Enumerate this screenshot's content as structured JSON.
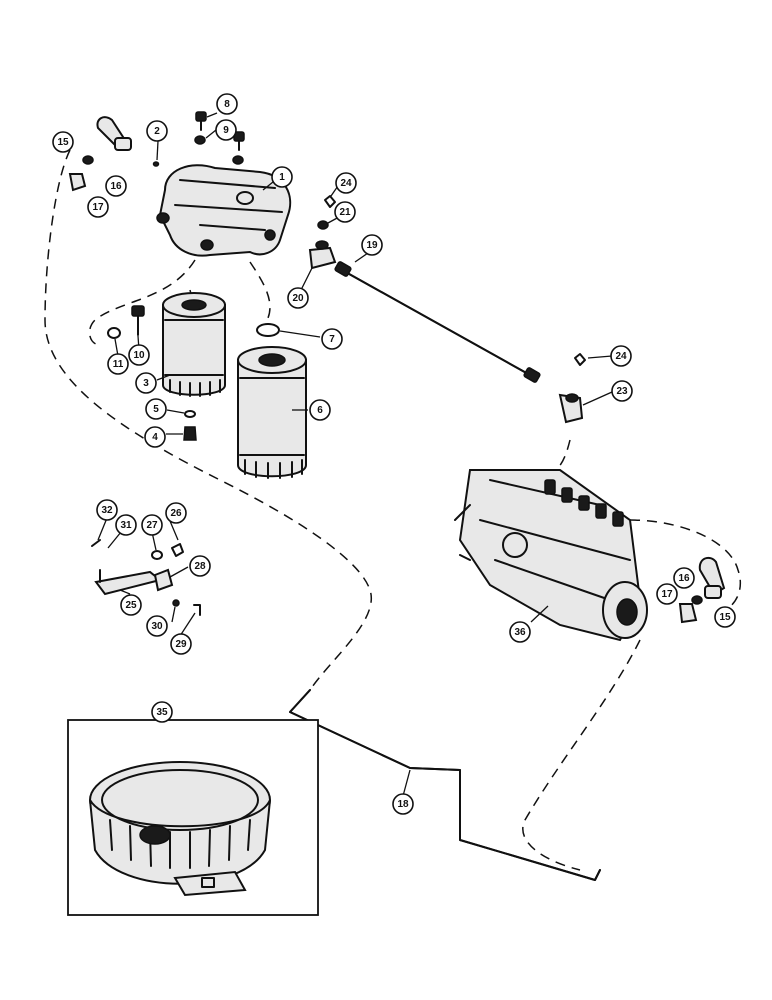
{
  "callouts": [
    {
      "id": "c1",
      "label": "1"
    },
    {
      "id": "c2",
      "label": "2"
    },
    {
      "id": "c3",
      "label": "3"
    },
    {
      "id": "c4",
      "label": "4"
    },
    {
      "id": "c5",
      "label": "5"
    },
    {
      "id": "c6",
      "label": "6"
    },
    {
      "id": "c7",
      "label": "7"
    },
    {
      "id": "c8",
      "label": "8"
    },
    {
      "id": "c9",
      "label": "9"
    },
    {
      "id": "c10",
      "label": "10"
    },
    {
      "id": "c11",
      "label": "11"
    },
    {
      "id": "c15a",
      "label": "15"
    },
    {
      "id": "c16a",
      "label": "16"
    },
    {
      "id": "c17a",
      "label": "17"
    },
    {
      "id": "c18",
      "label": "18"
    },
    {
      "id": "c19",
      "label": "19"
    },
    {
      "id": "c20",
      "label": "20"
    },
    {
      "id": "c21",
      "label": "21"
    },
    {
      "id": "c23",
      "label": "23"
    },
    {
      "id": "c24a",
      "label": "24"
    },
    {
      "id": "c24b",
      "label": "24"
    },
    {
      "id": "c25",
      "label": "25"
    },
    {
      "id": "c26",
      "label": "26"
    },
    {
      "id": "c27",
      "label": "27"
    },
    {
      "id": "c28",
      "label": "28"
    },
    {
      "id": "c29",
      "label": "29"
    },
    {
      "id": "c30",
      "label": "30"
    },
    {
      "id": "c31",
      "label": "31"
    },
    {
      "id": "c32",
      "label": "32"
    },
    {
      "id": "c35",
      "label": "35"
    },
    {
      "id": "c36",
      "label": "36"
    },
    {
      "id": "c15b",
      "label": "15"
    },
    {
      "id": "c16b",
      "label": "16"
    },
    {
      "id": "c17b",
      "label": "17"
    }
  ]
}
